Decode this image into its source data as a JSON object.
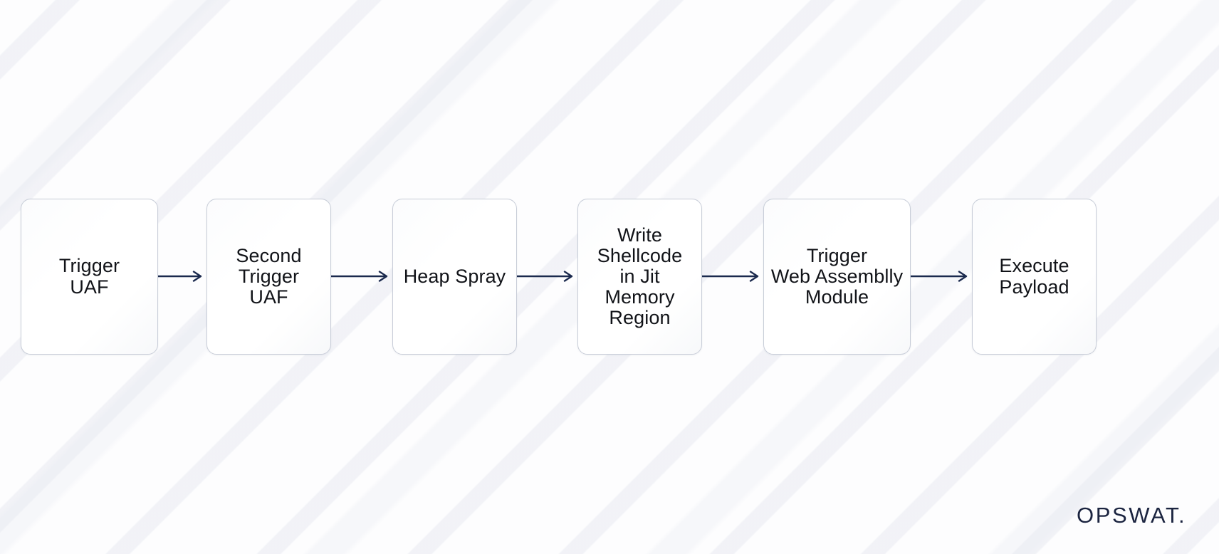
{
  "diagram": {
    "type": "flowchart",
    "orientation": "horizontal",
    "title": "",
    "accent_color": "#1b2a4e",
    "node_border_color": "#c8cdd8",
    "node_fill_color": "#ffffff",
    "text_color": "#111318",
    "background_color": "#fdfdfe",
    "nodes": [
      {
        "id": "trigger-uaf",
        "label": "Trigger\nUAF"
      },
      {
        "id": "second-trigger-uaf",
        "label": "Second\nTrigger\nUAF"
      },
      {
        "id": "heap-spray",
        "label": "Heap Spray"
      },
      {
        "id": "write-shellcode-jit",
        "label": "Write\nShellcode\nin Jit\nMemory\nRegion"
      },
      {
        "id": "trigger-webassembly",
        "label": "Trigger\nWeb Assemblly\nModule"
      },
      {
        "id": "execute-payload",
        "label": "Execute\nPayload"
      }
    ],
    "connectors": [
      {
        "id": "arrow-1",
        "from": "trigger-uaf",
        "to": "second-trigger-uaf",
        "style": "arrow-right"
      },
      {
        "id": "arrow-2",
        "from": "second-trigger-uaf",
        "to": "heap-spray",
        "style": "arrow-right"
      },
      {
        "id": "arrow-3",
        "from": "heap-spray",
        "to": "write-shellcode-jit",
        "style": "arrow-right"
      },
      {
        "id": "arrow-4",
        "from": "write-shellcode-jit",
        "to": "trigger-webassembly",
        "style": "arrow-right"
      },
      {
        "id": "arrow-5",
        "from": "trigger-webassembly",
        "to": "execute-payload",
        "style": "arrow-right"
      }
    ]
  },
  "branding": {
    "wordmark": "OPSWAT.",
    "color": "#1b2440"
  }
}
